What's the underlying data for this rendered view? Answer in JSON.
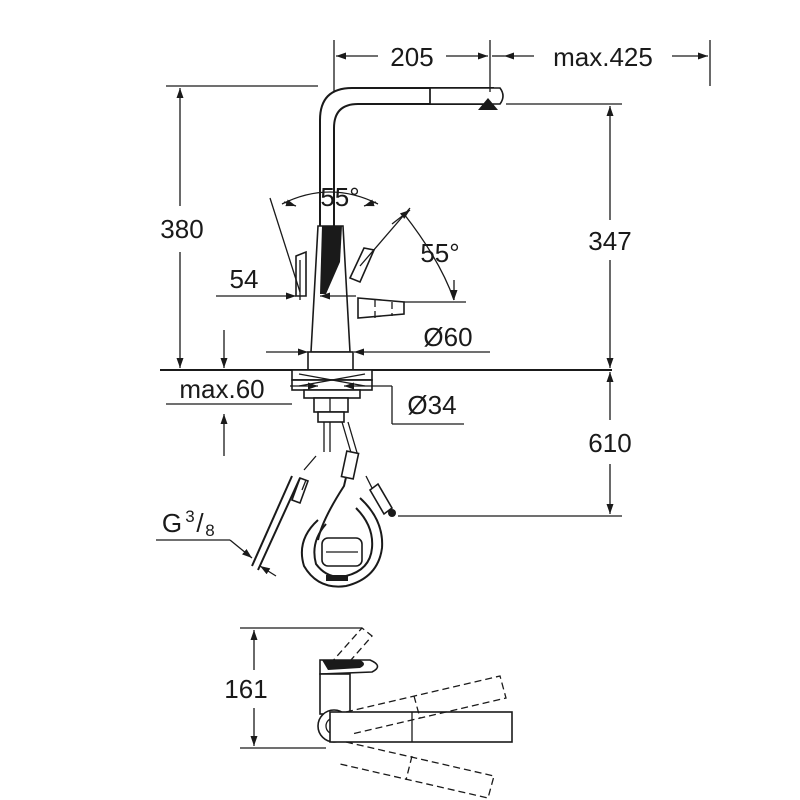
{
  "dimensions": {
    "reach": "205",
    "pullout": "max.425",
    "total_height": "380",
    "spout_height": "347",
    "lever_angle_left": "55°",
    "lever_angle_right": "55°",
    "lever_offset": "54",
    "base_diameter": "Ø60",
    "deck_thickness": "max.60",
    "hole_diameter": "Ø34",
    "hose_length": "610",
    "connection": "G",
    "connection_num": "3",
    "connection_den": "8",
    "top_view_height": "161"
  }
}
